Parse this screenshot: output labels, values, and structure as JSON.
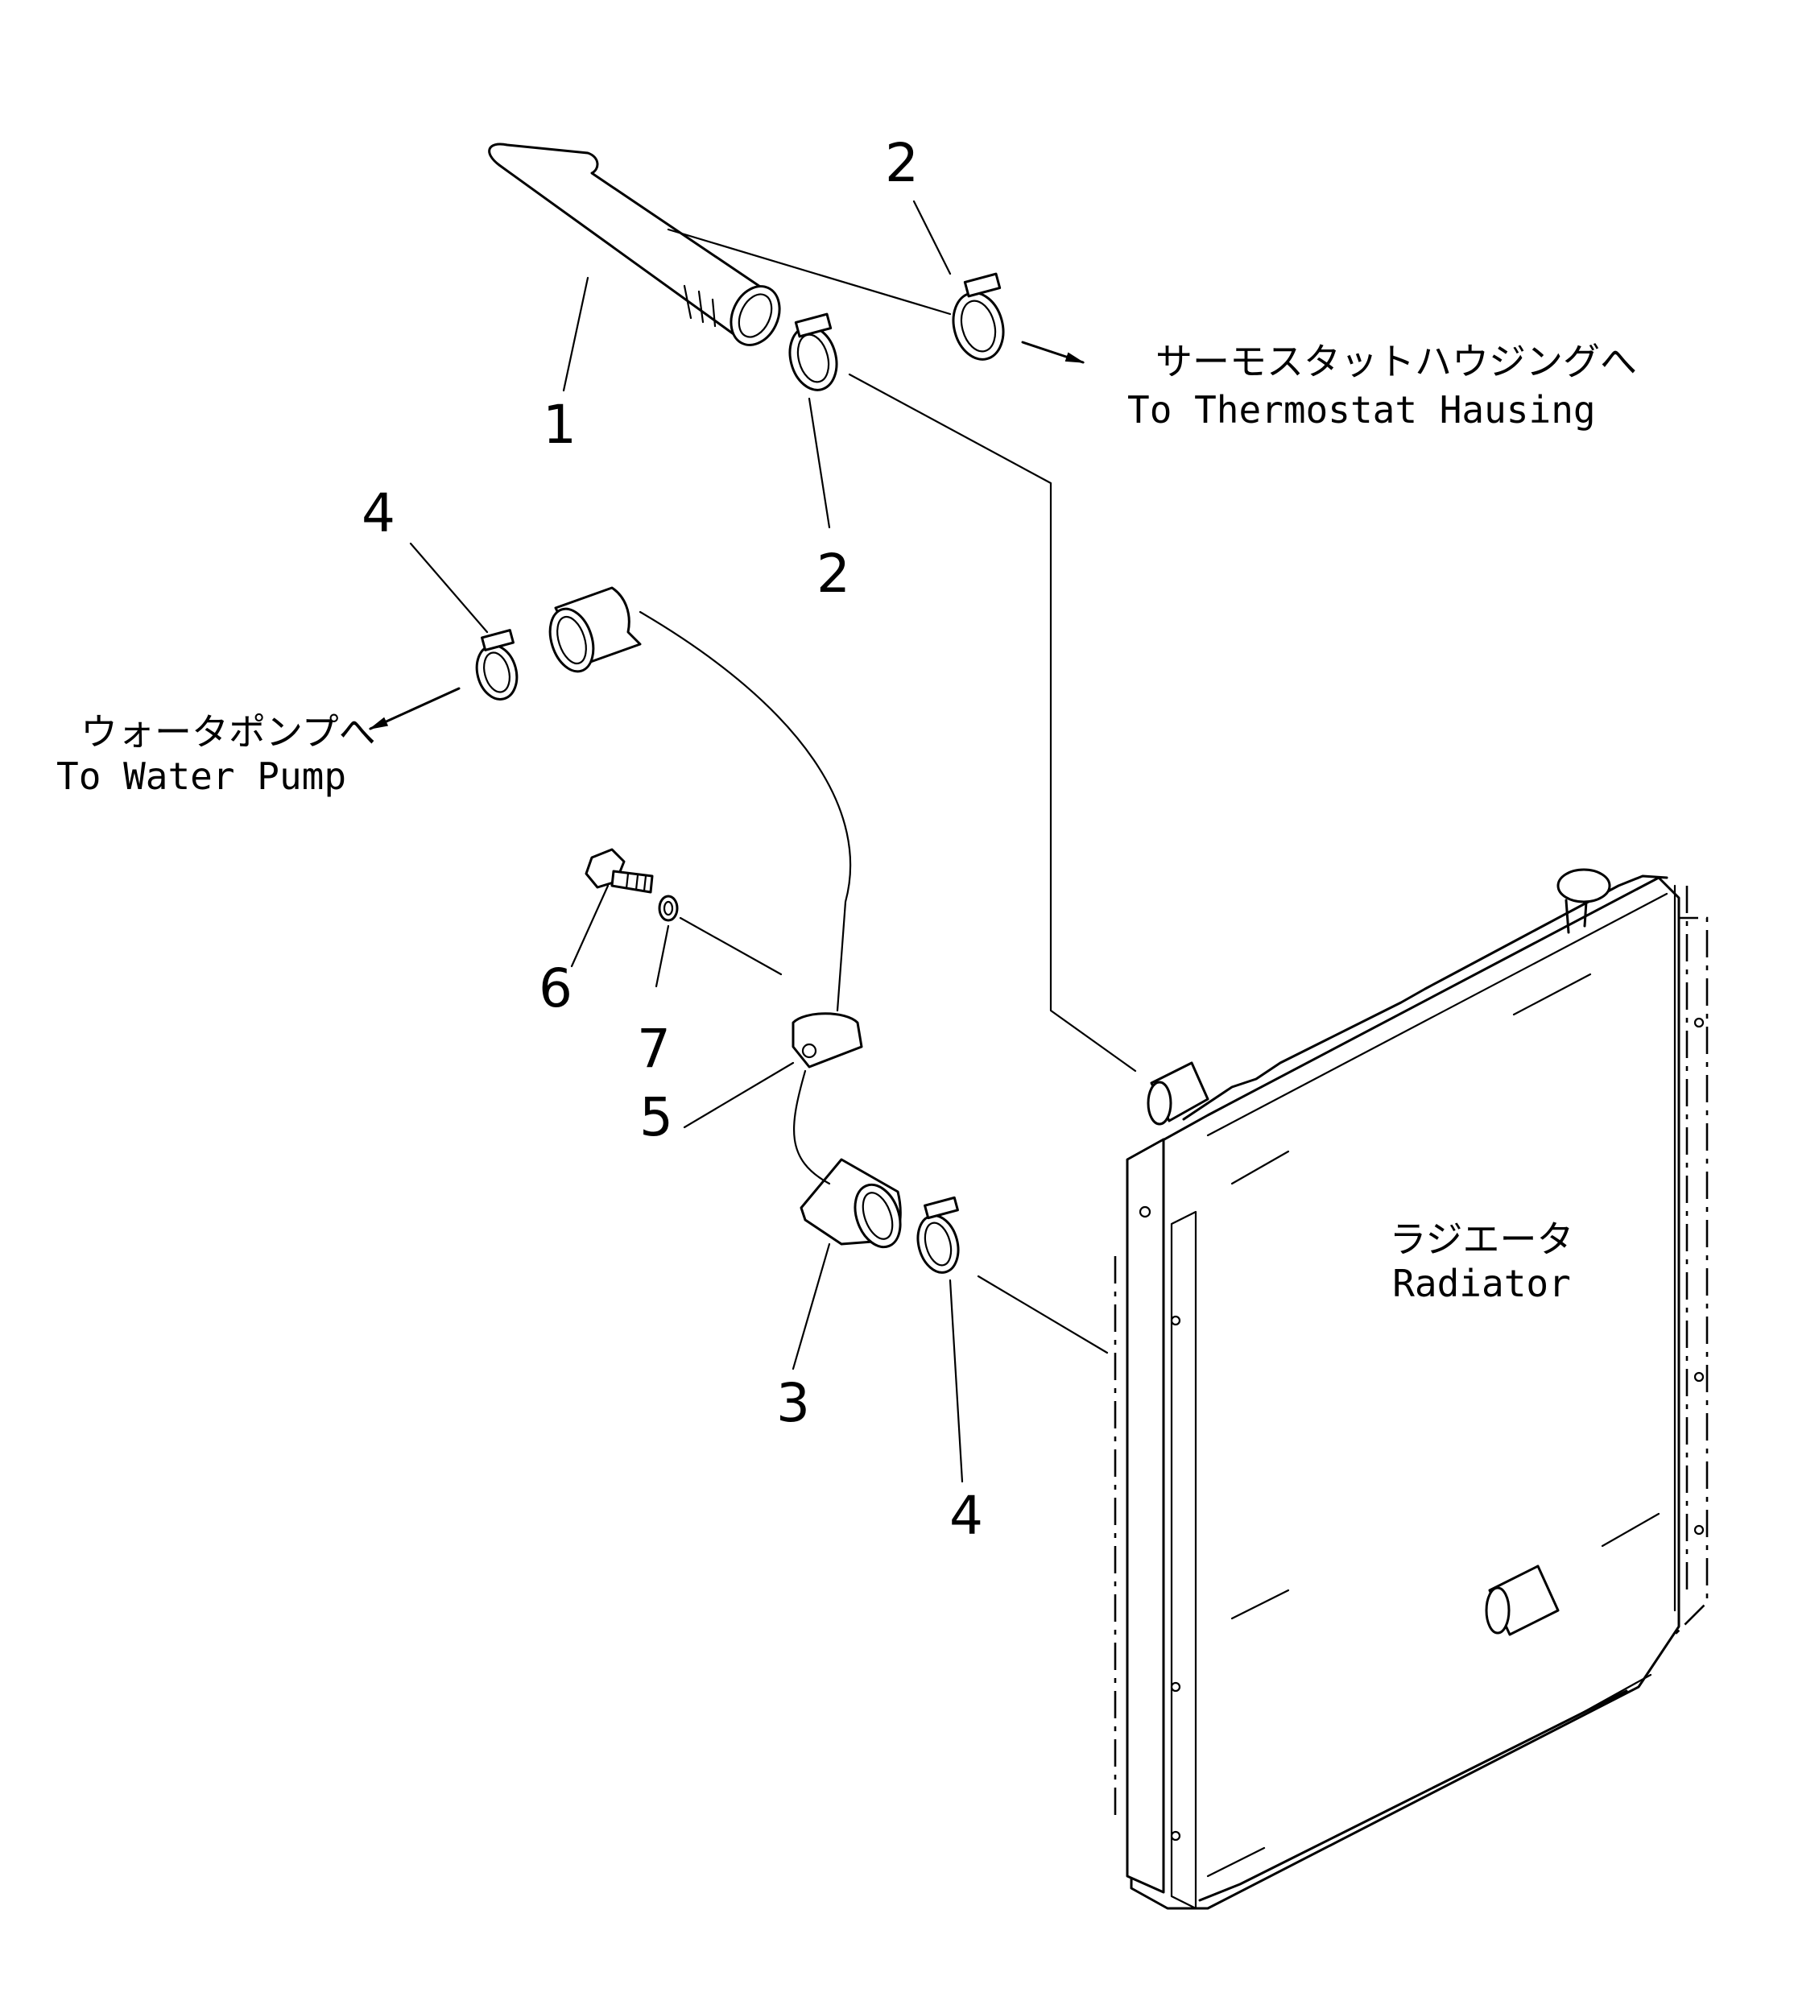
{
  "callouts": {
    "part_1": "1",
    "part_2_top": "2",
    "part_2_mid": "2",
    "part_3": "3",
    "part_4_left": "4",
    "part_4_bottom": "4",
    "part_5": "5",
    "part_6": "6",
    "part_7": "7"
  },
  "labels": {
    "thermostat_jp": "サーモスタットハウジングへ",
    "thermostat_en": "To Thermostat Hausing",
    "water_pump_jp": "ウォータポンプへ",
    "water_pump_en": "To Water Pump",
    "radiator_jp": "ラジエータ",
    "radiator_en": "Radiator"
  }
}
